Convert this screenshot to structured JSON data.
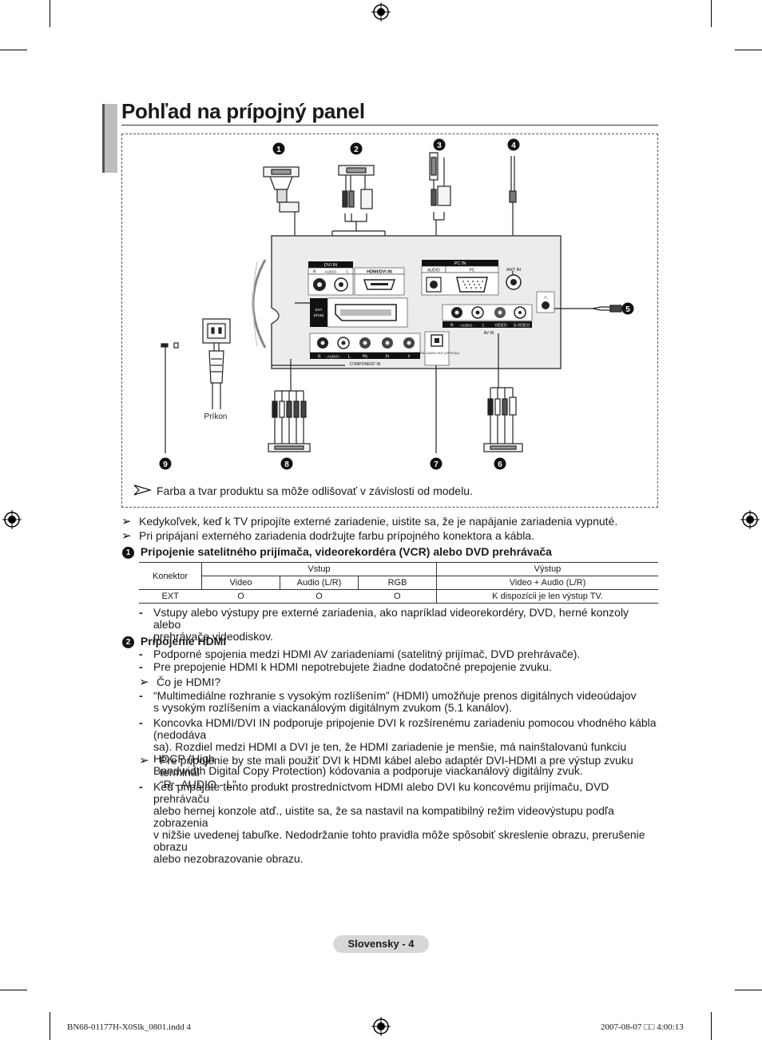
{
  "page": {
    "title": "Pohľad na prípojný panel",
    "footer_label": "Slovensky - 4",
    "print_file": "BN68-01177H-X0Slk_0801.indd   4",
    "print_date": "2007-08-07   □□ 4:00:13"
  },
  "diagram": {
    "markers": [
      "1",
      "2",
      "3",
      "4",
      "5",
      "6",
      "7",
      "8",
      "9"
    ],
    "panel_labels": {
      "dvi_in": "DVI IN",
      "audio_r": "R",
      "audio_mid": "- AUDIO -",
      "audio_l": "L",
      "hdmi_dvi_in": "HDMI/DVI IN",
      "pc_in": "PC IN",
      "audio": "AUDIO",
      "pc": "PC",
      "ant_in": "ANT IN",
      "ext": "EXT",
      "rgb": "(RGB)",
      "video": "VIDEO",
      "s_video": "S-VIDEO",
      "av_in": "AV IN",
      "pb": "Pb",
      "pr": "Pr",
      "y": "Y",
      "component_in": "COMPONENT IN",
      "digital_audio_out": "DIGITAL AUDIO OUT (OPTICAL)"
    },
    "power_label": "Príkon",
    "note": "Farba a tvar produktu sa môže odlišovať v závislosti od modelu."
  },
  "notes": [
    "Kedykoľvek, keď k TV pripojíte externé zariadenie, uistite sa, že je napájanie zariadenia vypnuté.",
    "Pri pripájaní externého zariadenia dodržujte farbu prípojného konektora a kábla."
  ],
  "section1": {
    "number": "1",
    "heading": "Pripojenie satelitného prijímača, videorekordéra (VCR) alebo DVD prehrávača",
    "table": {
      "konektor": "Konektor",
      "vstup": "Vstup",
      "vystup": "Výstup",
      "col_video": "Video",
      "col_audio": "Audio (L/R)",
      "col_rgb": "RGB",
      "col_out": "Video + Audio (L/R)",
      "row_name": "EXT",
      "row_video": "O",
      "row_audio": "O",
      "row_rgb": "O",
      "row_out": "K dispozícii je len výstup TV."
    },
    "bullet1_line1": "Vstupy alebo výstupy pre externé zariadenia, ako napríklad videorekordéry, DVD, herné konzoly alebo",
    "bullet1_line2": "prehrávače videodiskov."
  },
  "section2": {
    "number": "2",
    "heading": "Pripojenie HDMI",
    "b1": "Podporné spojenia medzi HDMI AV zariadeniami (satelitný prijímač, DVD prehrávače).",
    "b2": "Pre prepojenie HDMI k HDMI nepotrebujete žiadne dodatočné prepojenie zvuku.",
    "what_hdmi": "Čo je HDMI?",
    "b3_l1": "“Multimediálne rozhranie s vysokým rozlíšením” (HDMI) umožňuje prenos digitálnych videoúdajov",
    "b3_l2": "s vysokým rozlíšením a viackanálovým digitálnym zvukom (5.1 kanálov).",
    "b4_l1": "Koncovka HDMI/DVI IN podporuje pripojenie DVI k rozšírenému zariadeniu pomocou vhodného kábla (nedodáva",
    "b4_l2": "sa). Rozdiel medzi HDMI a DVI je ten, že HDMI zariadenie je menšie, má nainštalovanú funkciu HDCP (High",
    "b4_l3": "Bandwidth Digital Copy Protection) kódovania a podporuje viackanálový digitálny zvuk.",
    "note_l1": "Pre pripojenie by ste mali použiť DVI k HDMI kábel alebo adaptér DVI-HDMI a pre výstup zvuku terminál",
    "note_l2": "“R - AUDIO - L”.",
    "b5_l1": "Keď pripájate tento produkt prostredníctvom HDMI alebo DVI ku koncovému prijímaču, DVD prehrávaču",
    "b5_l2": "alebo hernej konzole atď., uistite sa, že sa nastavil na kompatibilný režim videovýstupu podľa zobrazenia",
    "b5_l3": "v nižšie uvedenej tabuľke. Nedodržanie tohto pravidla môže spôsobiť skreslenie obrazu, prerušenie obrazu",
    "b5_l4": "alebo nezobrazovanie obrazu."
  },
  "icons": {
    "note": "note-arrow-icon",
    "register": "crosshair-register-icon"
  }
}
